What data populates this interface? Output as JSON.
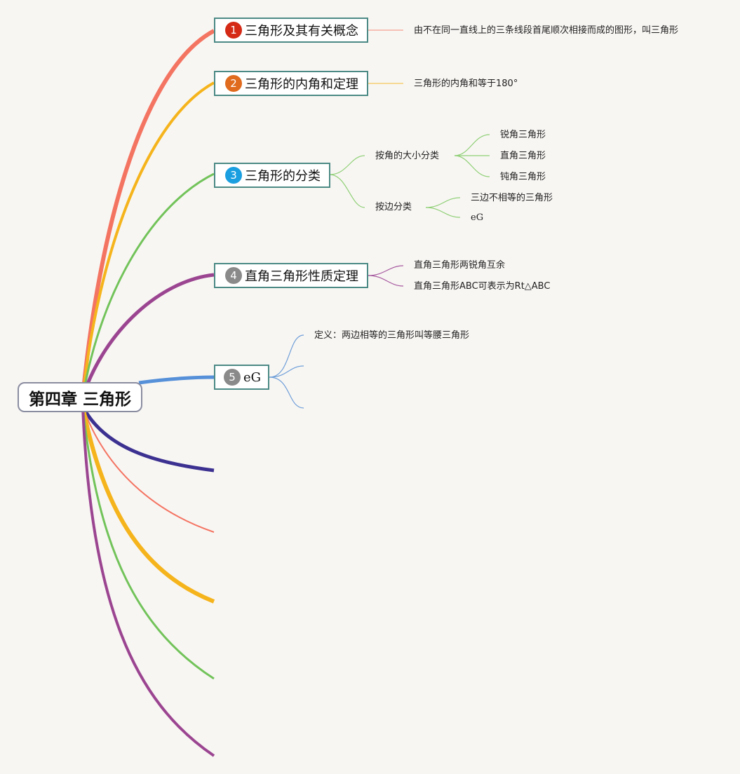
{
  "root": {
    "label": "第四章 三角形"
  },
  "topics": [
    {
      "number": "1",
      "label": "三角形及其有关概念",
      "badge_color": "#d42a16",
      "branch_color": "#f47462",
      "details": [
        "由不在同一直线上的三条线段首尾顺次相接而成的图形，叫三角形"
      ]
    },
    {
      "number": "2",
      "label": "三角形的内角和定理",
      "badge_color": "#e06a1d",
      "branch_color": "#f5b41c",
      "details": [
        "三角形的内角和等于180°"
      ]
    },
    {
      "number": "3",
      "label": "三角形的分类",
      "badge_color": "#1b9fe0",
      "branch_color": "#72c35a",
      "groups": [
        {
          "label": "按角的大小分类",
          "items": [
            "锐角三角形",
            "直角三角形",
            "钝角三角形"
          ]
        },
        {
          "label": "按边分类",
          "items": [
            "三边不相等的三角形",
            "eG"
          ]
        }
      ]
    },
    {
      "number": "4",
      "label": "直角三角形性质定理",
      "badge_color": "#8a8a8a",
      "branch_color": "#9b4591",
      "details": [
        "直角三角形两锐角互余",
        "直角三角形ABC可表示为Rt△ABC"
      ]
    },
    {
      "number": "5",
      "label": "eG",
      "badge_color": "#8a8a8a",
      "branch_color": "#5590d8",
      "details": [
        "定义：两边相等的三角形叫等腰三角形",
        "",
        ""
      ]
    }
  ],
  "extra_branch_colors": [
    "#3c3190",
    "#f47462",
    "#f5b41c",
    "#72c35a",
    "#9b4591"
  ],
  "detail_line_colors": {
    "t1": "#f4a090",
    "t2": "#f5c85a",
    "t3": "#8fd076",
    "t4": "#a65a9f",
    "t5": "#6f9fd8"
  }
}
